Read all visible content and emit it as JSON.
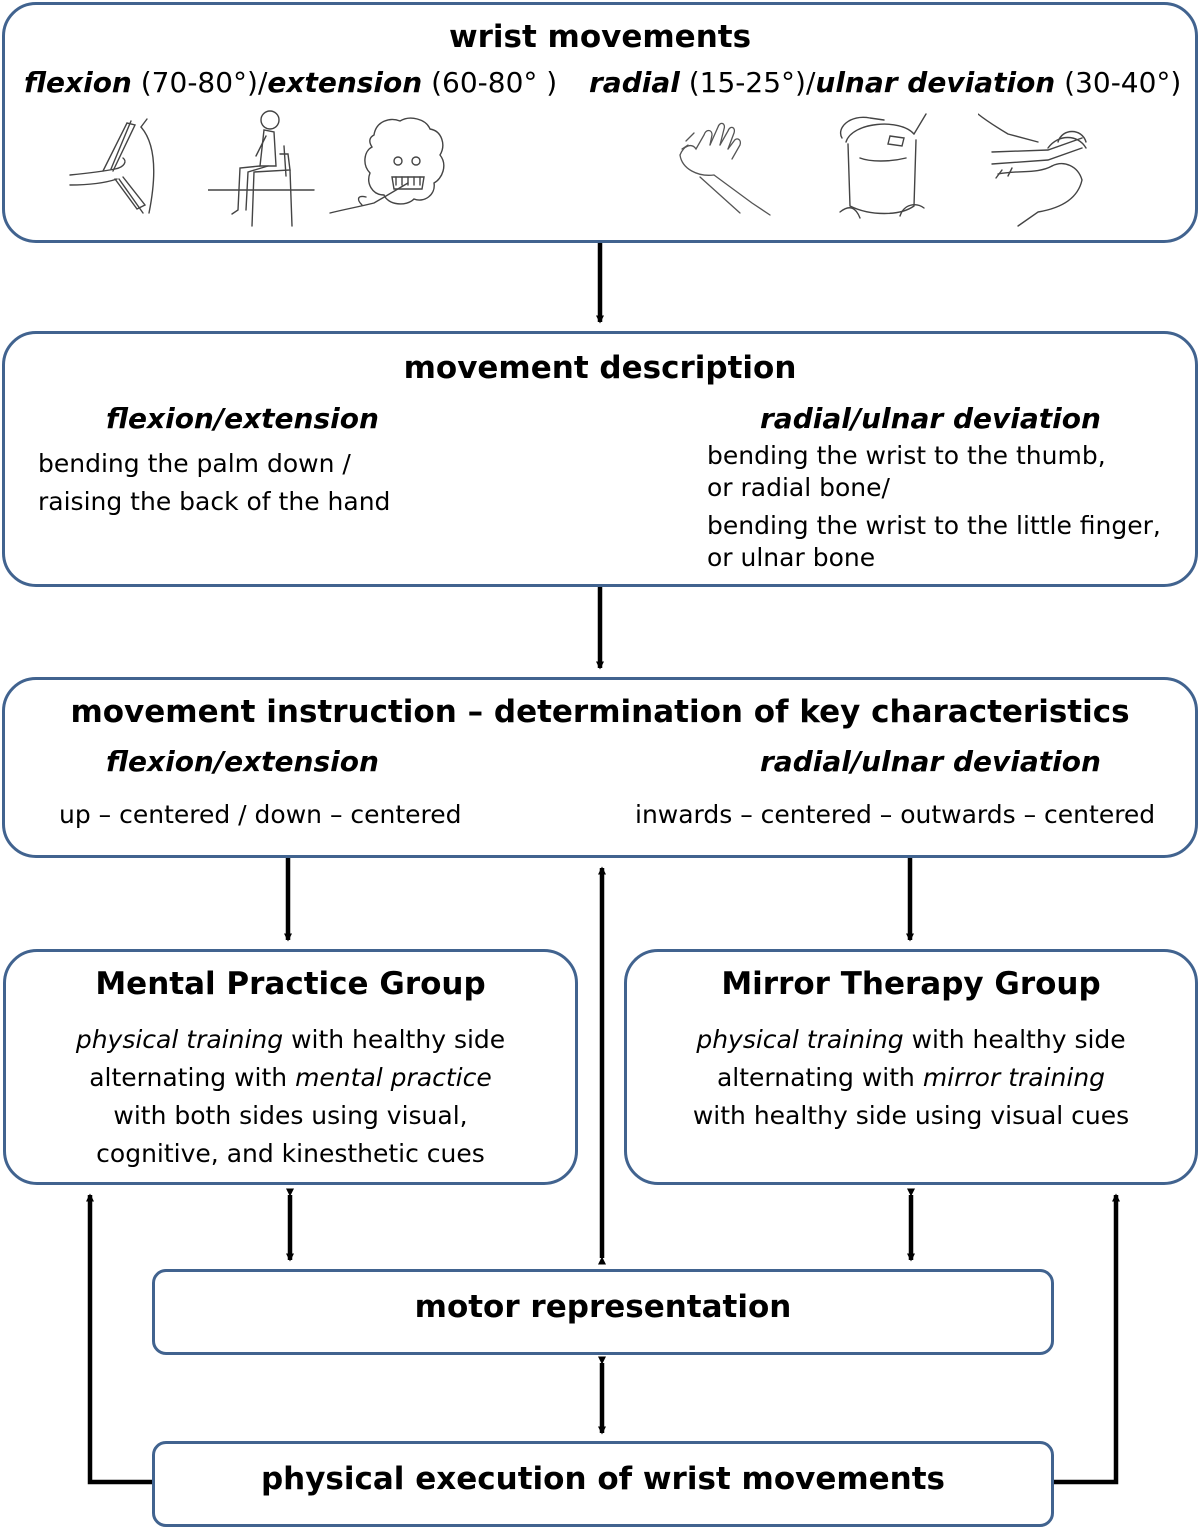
{
  "top": {
    "title": "wrist movements",
    "flex_label": "flexion",
    "flex_range": " (70-80°)/",
    "ext_label": "extension",
    "ext_range": " (60-80° )",
    "rad_label": "radial",
    "rad_range": " (15-25°)/",
    "uln_label": "ulnar deviation",
    "uln_range": " (30-40°)"
  },
  "description": {
    "title": "movement description",
    "left_heading": "flexion/extension",
    "left_line1": "bending the palm down /",
    "left_line2": "raising the back of the hand",
    "right_heading": "radial/ulnar deviation",
    "right_line1": "bending the wrist to the thumb,",
    "right_line2": "or radial bone/",
    "right_line3": "bending the wrist to the little finger,",
    "right_line4": "or ulnar bone"
  },
  "instruction": {
    "title": "movement instruction – determination of key characteristics",
    "left_heading": "flexion/extension",
    "left_text": "up – centered / down – centered",
    "right_heading": "radial/ulnar deviation",
    "right_text": "inwards – centered – outwards – centered"
  },
  "mental": {
    "title": "Mental Practice Group",
    "l1_italic": "physical training",
    "l1_rest": " with healthy side",
    "l2_pre": "alternating with ",
    "l2_italic": "mental practice",
    "l3": "with both sides using visual,",
    "l4": "cognitive, and kinesthetic cues"
  },
  "mirror": {
    "title": "Mirror Therapy Group",
    "l1_italic": "physical training",
    "l1_rest": " with healthy side",
    "l2_pre": "alternating with ",
    "l2_italic": "mirror training",
    "l3": "with healthy side using visual cues"
  },
  "motor": {
    "title": "motor representation"
  },
  "physical": {
    "title": "physical execution of wrist movements"
  },
  "colors": {
    "border": "#41638f",
    "arrow": "#000000"
  },
  "illustrations": [
    "hand-flexion-illustration",
    "seated-person-illustration",
    "toothbrushing-illustration",
    "hand-wave-illustration",
    "jar-opening-illustration",
    "goniometer-measurement-illustration"
  ]
}
